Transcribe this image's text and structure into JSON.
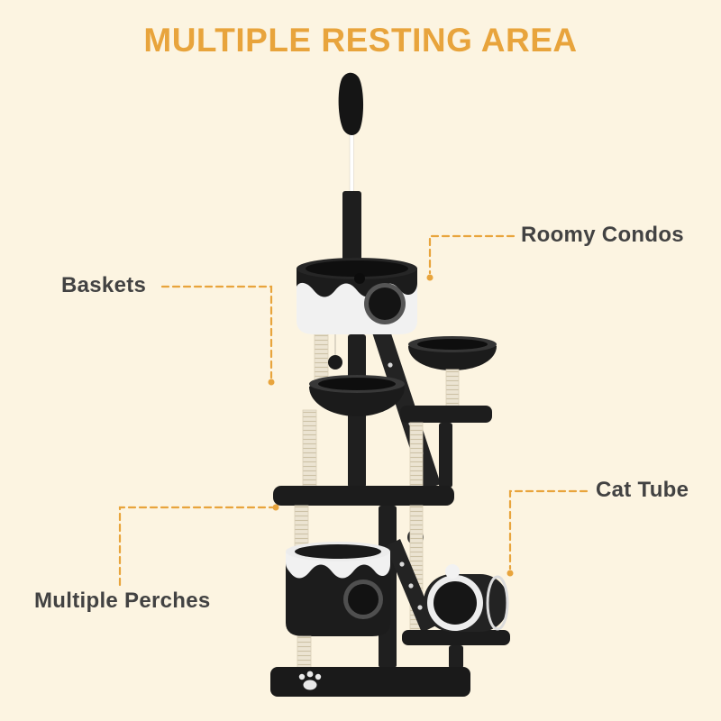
{
  "title": "MULTIPLE RESTING AREA",
  "callouts": [
    {
      "id": "roomy-condos",
      "label": "Roomy Condos"
    },
    {
      "id": "baskets",
      "label": "Baskets"
    },
    {
      "id": "cat-tube",
      "label": "Cat Tube"
    },
    {
      "id": "multiple-perches",
      "label": "Multiple Perches"
    }
  ],
  "illustration": {
    "name": "black-white-cat-tree",
    "features": [
      "plush-teaser-topper",
      "roomy-condo-upper",
      "hanging-basket",
      "curved-perch",
      "middle-platform",
      "dotted-ramp",
      "roomy-condo-lower",
      "cat-tube",
      "hanging-pom-ball",
      "sisal-scratching-posts",
      "paw-print-base"
    ]
  },
  "colors": {
    "background": "#FCF4E1",
    "accent": "#E8A43C",
    "label_text": "#424242",
    "tree_dark": "#1C1C1C",
    "tree_light": "#F1F1F1",
    "sisal": "#ECE4D2"
  }
}
